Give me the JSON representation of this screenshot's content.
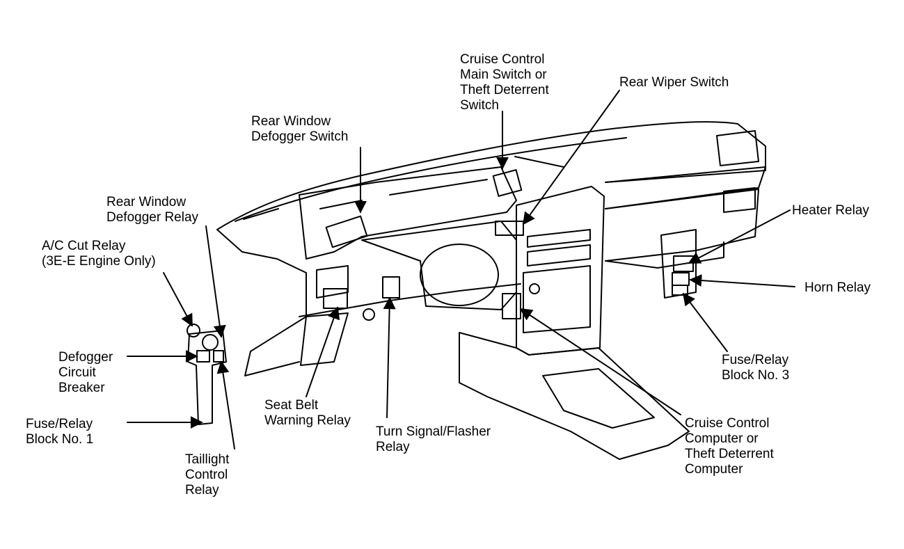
{
  "labels": {
    "cruise_main_switch": "Cruise Control\nMain Switch or\nTheft Deterrent\nSwitch",
    "rear_wiper_switch": "Rear Wiper Switch",
    "rear_window_defogger_switch": "Rear Window\nDefogger Switch",
    "rear_window_defogger_relay": "Rear Window\nDefogger Relay",
    "ac_cut_relay": "A/C Cut Relay\n(3E-E Engine Only)",
    "defogger_circuit_breaker": "Defogger\nCircuit\nBreaker",
    "fuse_relay_block_1": "Fuse/Relay\nBlock No. 1",
    "taillight_control_relay": "Taillight\nControl\nRelay",
    "seat_belt_warning_relay": "Seat Belt\nWarning Relay",
    "turn_signal_flasher_relay": "Turn Signal/Flasher\nRelay",
    "cruise_control_computer": "Cruise Control\nComputer or\nTheft Deterrent\nComputer",
    "heater_relay": "Heater Relay",
    "horn_relay": "Horn Relay",
    "fuse_relay_block_3": "Fuse/Relay\nBlock No. 3"
  },
  "colors": {
    "line": "#000000",
    "background": "#ffffff"
  }
}
